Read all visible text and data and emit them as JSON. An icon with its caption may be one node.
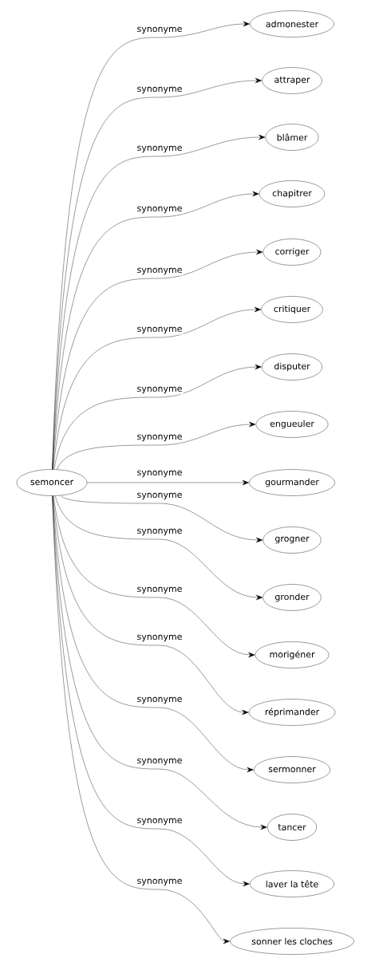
{
  "diagram": {
    "nodes": [
      {
        "text": [
          "semoncer"
        ]
      },
      {
        "text": [
          "admonester"
        ]
      },
      {
        "text": [
          "attraper"
        ]
      },
      {
        "text": [
          "blâmer"
        ]
      },
      {
        "text": [
          "chapitrer"
        ]
      },
      {
        "text": [
          "corriger"
        ]
      },
      {
        "text": [
          "critiquer"
        ]
      },
      {
        "text": [
          "disputer"
        ]
      },
      {
        "text": [
          "engueuler"
        ]
      },
      {
        "text": [
          "gourmander"
        ]
      },
      {
        "text": [
          "grogner"
        ]
      },
      {
        "text": [
          "gronder"
        ]
      },
      {
        "text": [
          "morigéner"
        ]
      },
      {
        "text": [
          "réprimander"
        ]
      },
      {
        "text": [
          "sermonner"
        ]
      },
      {
        "text": [
          "tancer"
        ]
      },
      {
        "text": [
          "laver la tête"
        ]
      },
      {
        "text": [
          "sonner les cloches"
        ]
      }
    ],
    "edges": [
      {
        "from": 0,
        "to": 1,
        "arrow": "to",
        "label": "synonyme"
      },
      {
        "from": 0,
        "to": 2,
        "arrow": "to",
        "label": "synonyme"
      },
      {
        "from": 0,
        "to": 3,
        "arrow": "to",
        "label": "synonyme"
      },
      {
        "from": 0,
        "to": 4,
        "arrow": "to",
        "label": "synonyme"
      },
      {
        "from": 0,
        "to": 5,
        "arrow": "to",
        "label": "synonyme"
      },
      {
        "from": 0,
        "to": 6,
        "arrow": "to",
        "label": "synonyme"
      },
      {
        "from": 0,
        "to": 7,
        "arrow": "to",
        "label": "synonyme"
      },
      {
        "from": 0,
        "to": 8,
        "arrow": "to",
        "label": "synonyme"
      },
      {
        "from": 0,
        "to": 9,
        "arrow": "to",
        "label": "synonyme"
      },
      {
        "from": 0,
        "to": 10,
        "arrow": "to",
        "label": "synonyme"
      },
      {
        "from": 0,
        "to": 11,
        "arrow": "to",
        "label": "synonyme"
      },
      {
        "from": 0,
        "to": 12,
        "arrow": "to",
        "label": "synonyme"
      },
      {
        "from": 0,
        "to": 13,
        "arrow": "to",
        "label": "synonyme"
      },
      {
        "from": 0,
        "to": 14,
        "arrow": "to",
        "label": "synonyme"
      },
      {
        "from": 0,
        "to": 15,
        "arrow": "to",
        "label": "synonyme"
      },
      {
        "from": 0,
        "to": 16,
        "arrow": "to",
        "label": "synonyme"
      },
      {
        "from": 0,
        "to": 17,
        "arrow": "to",
        "label": "synonyme"
      }
    ]
  }
}
